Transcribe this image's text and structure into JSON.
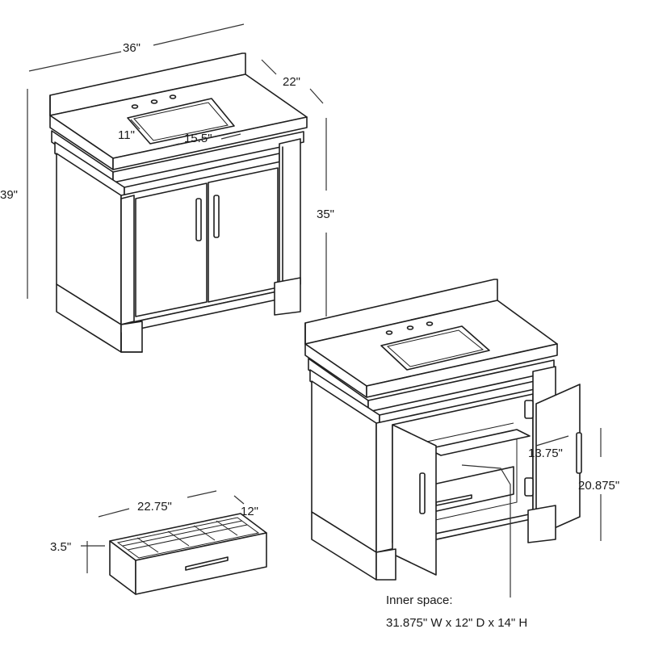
{
  "dimensions": {
    "top_width": "36\"",
    "top_depth": "22\"",
    "sink_depth": "11\"",
    "sink_width": "15.5\"",
    "total_height": "39\"",
    "cabinet_height": "35\"",
    "drawer_width": "22.75\"",
    "drawer_depth": "12\"",
    "drawer_height": "3.5\"",
    "door_width": "13.75\"",
    "door_height": "20.875\""
  },
  "inner_space": {
    "label": "Inner space:",
    "value": "31.875\" W x 12\" D x 14\" H"
  }
}
